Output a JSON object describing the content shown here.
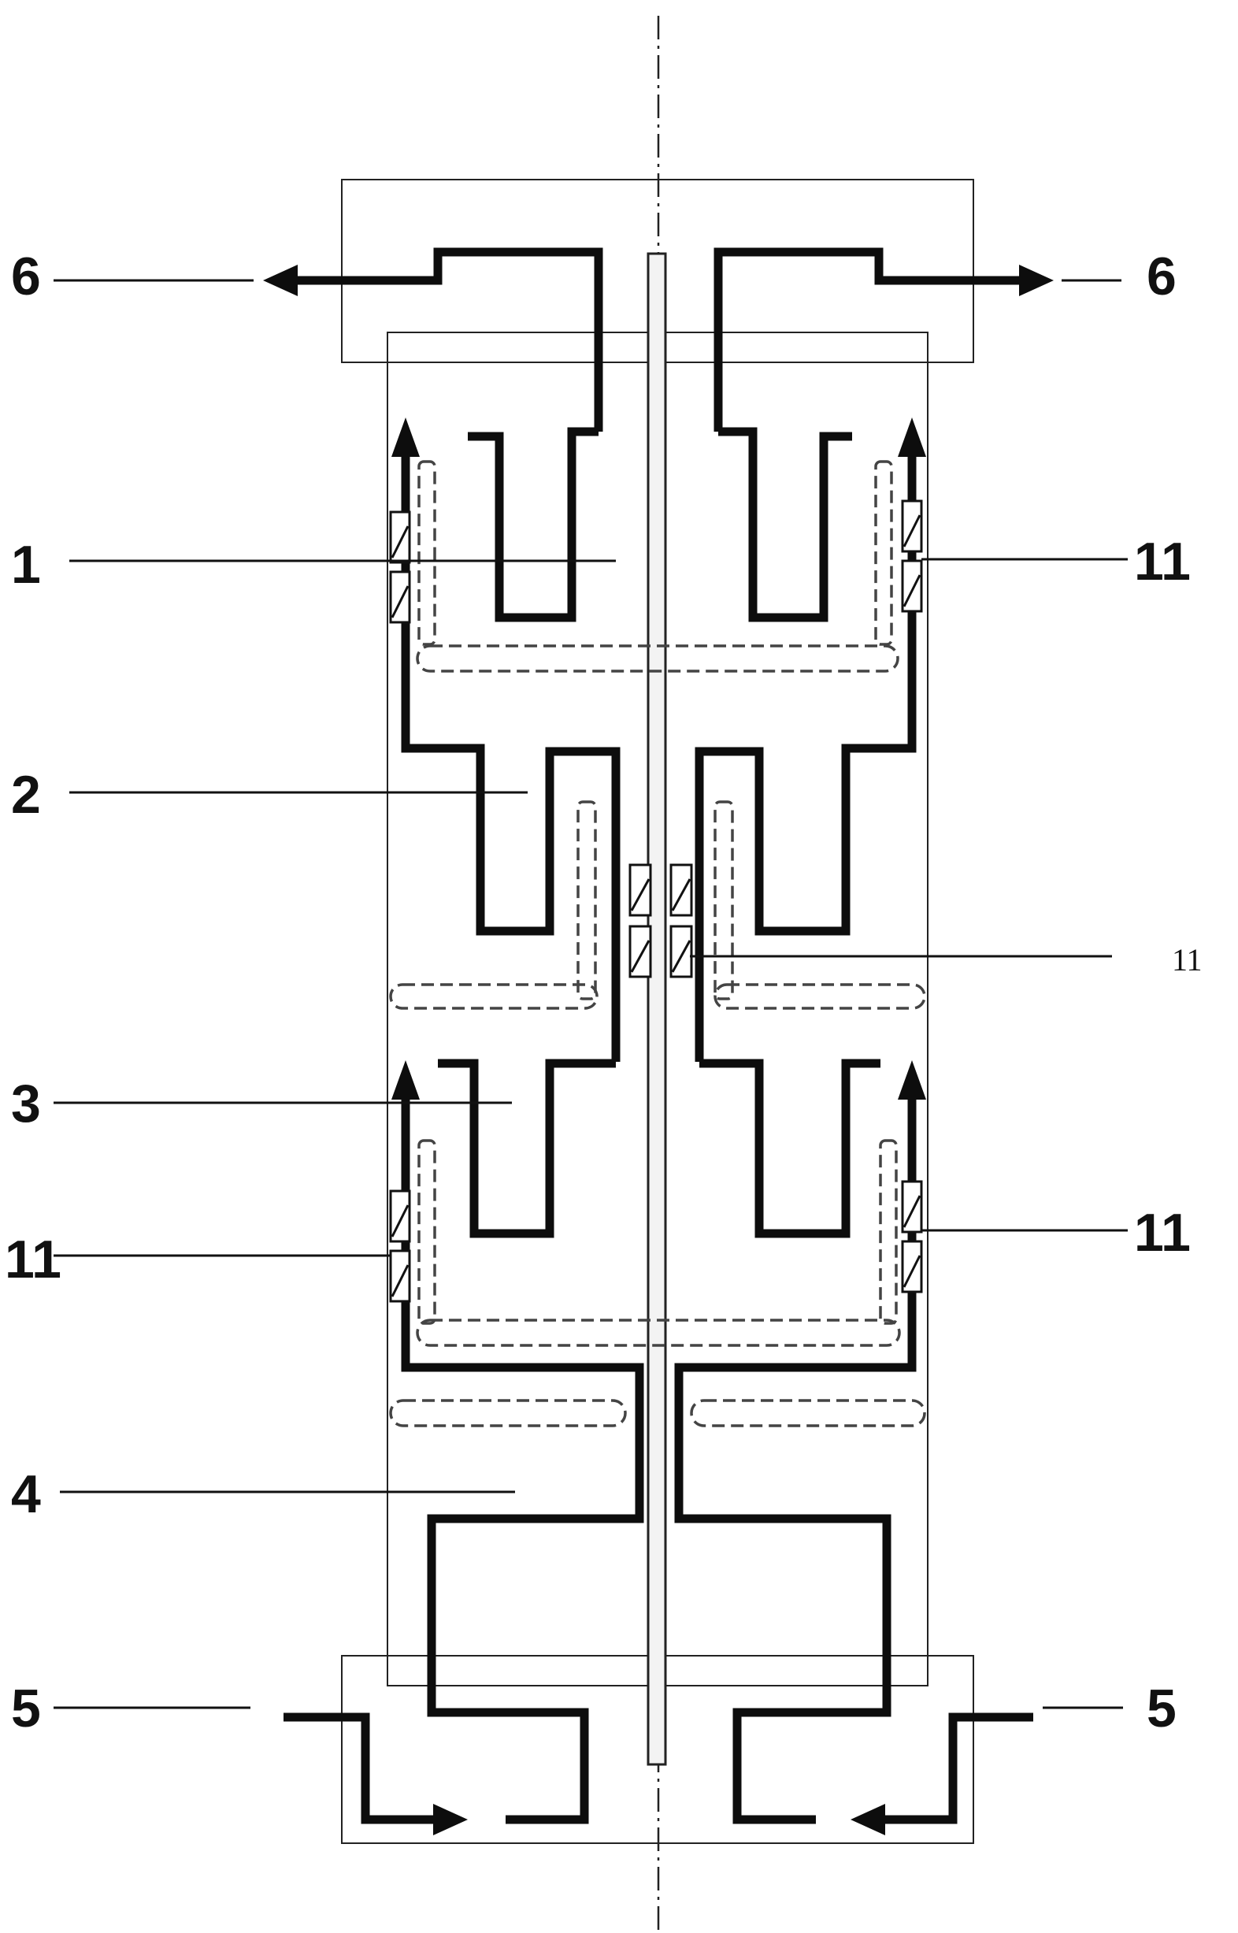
{
  "diagram": {
    "labels": {
      "top_left": "6",
      "top_right": "6",
      "stage_1": "1",
      "stage_2": "2",
      "stage_3": "3",
      "stage_4": "4",
      "bottom_left": "5",
      "bottom_right": "5",
      "sensor_upper_right": "11",
      "sensor_center": "11",
      "sensor_lower_left": "11",
      "sensor_lower_right": "11"
    },
    "colors": {
      "line": "#0d0d0d",
      "dashed": "#444444",
      "background": "#ffffff"
    }
  }
}
